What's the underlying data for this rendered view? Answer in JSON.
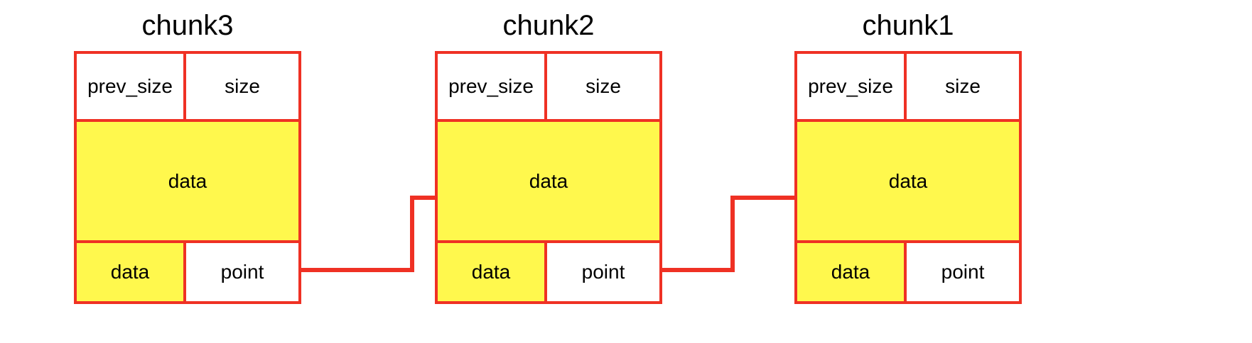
{
  "diagram": {
    "title_visible": false,
    "background": "#ffffff",
    "accent_red": "#ef3124",
    "data_yellow": "#fff84d",
    "text_color": "#000000",
    "field_labels": {
      "prev_size": "prev_size",
      "size": "size",
      "data": "data",
      "data_small": "data",
      "point": "point"
    },
    "chunks": [
      {
        "id": "chunk3",
        "title": "chunk3",
        "prev_size": "prev_size",
        "size": "size",
        "data": "data",
        "data_small": "data",
        "point": "point"
      },
      {
        "id": "chunk2",
        "title": "chunk2",
        "prev_size": "prev_size",
        "size": "size",
        "data": "data",
        "data_small": "data",
        "point": "point"
      },
      {
        "id": "chunk1",
        "title": "chunk1",
        "prev_size": "prev_size",
        "size": "size",
        "data": "data",
        "data_small": "data",
        "point": "point"
      }
    ],
    "connectors": [
      {
        "id": "chunk3-to-chunk2",
        "from": "chunk3.point",
        "to": "chunk2.data",
        "direction": "right"
      },
      {
        "id": "chunk2-to-chunk1",
        "from": "chunk2.point",
        "to": "chunk1.data",
        "direction": "right"
      }
    ]
  }
}
